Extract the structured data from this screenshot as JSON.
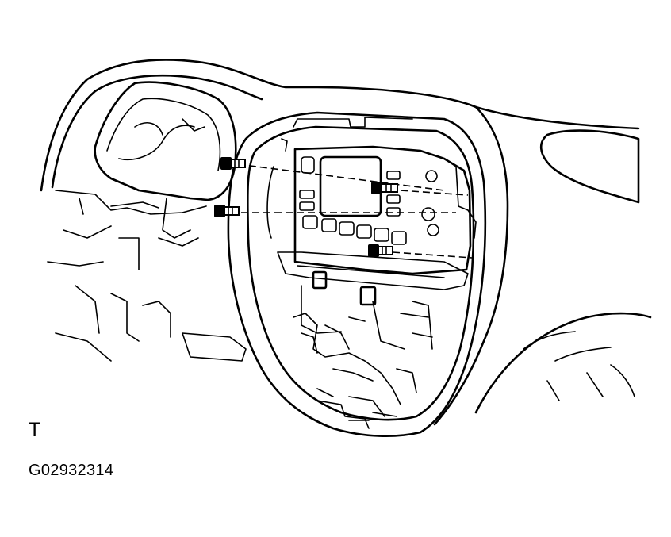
{
  "figure": {
    "orientation_mark": "T",
    "figure_code": "G02932314"
  },
  "parts": {
    "bolt_count": 4
  },
  "colors": {
    "line": "#000000",
    "background": "#ffffff"
  }
}
